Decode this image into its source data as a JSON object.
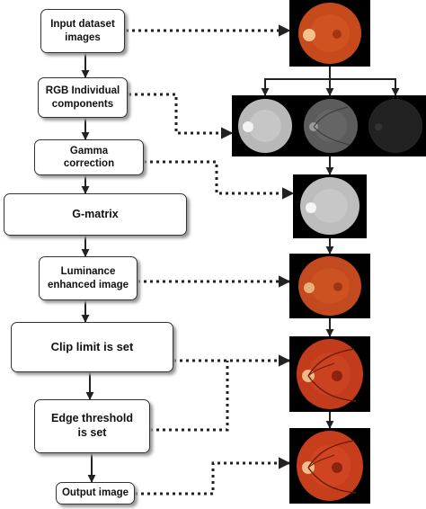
{
  "steps": [
    {
      "id": "input",
      "label": "Input dataset\nimages"
    },
    {
      "id": "rgb",
      "label": "RGB Individual\ncomponents"
    },
    {
      "id": "gamma",
      "label": "Gamma\ncorrection"
    },
    {
      "id": "gmatrix",
      "label": "G-matrix"
    },
    {
      "id": "luminance",
      "label": "Luminance\nenhanced image"
    },
    {
      "id": "clip",
      "label": "Clip limit is set"
    },
    {
      "id": "edge",
      "label": "Edge threshold\nis set"
    },
    {
      "id": "output",
      "label": "Output image"
    }
  ],
  "images": [
    {
      "id": "fundus-color-original",
      "kind": "fundus",
      "tone": "orange"
    },
    {
      "id": "fundus-rgb-red-channel",
      "kind": "fundus",
      "tone": "gray-light"
    },
    {
      "id": "fundus-rgb-green-channel",
      "kind": "fundus",
      "tone": "gray-mid"
    },
    {
      "id": "fundus-rgb-blue-channel",
      "kind": "fundus",
      "tone": "gray-dark"
    },
    {
      "id": "fundus-gamma-corrected",
      "kind": "fundus",
      "tone": "gray-light"
    },
    {
      "id": "fundus-luminance-enhanced",
      "kind": "fundus",
      "tone": "orange"
    },
    {
      "id": "fundus-clahe-enhanced",
      "kind": "fundus",
      "tone": "red-vessels"
    },
    {
      "id": "fundus-output",
      "kind": "fundus",
      "tone": "red-vessels"
    }
  ],
  "colors": {
    "box_border": "#333333",
    "arrow": "#222222",
    "panel_background": "#000000"
  }
}
